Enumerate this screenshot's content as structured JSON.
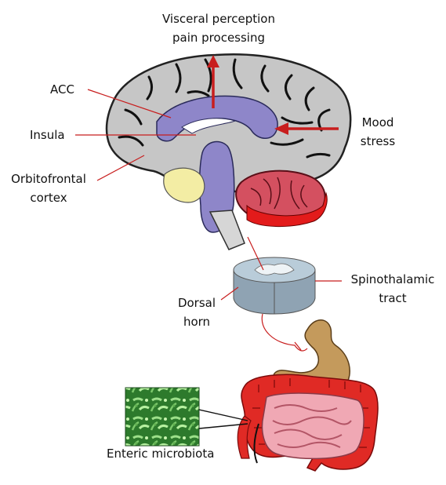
{
  "labels": {
    "visceral_line1": "Visceral perception",
    "visceral_line2": "pain processing",
    "acc": "ACC",
    "insula": "Insula",
    "orbitofrontal_line1": "Orbitofrontal",
    "orbitofrontal_line2": "cortex",
    "mood_line1": "Mood",
    "mood_line2": "stress",
    "dorsal_line1": "Dorsal",
    "dorsal_line2": "horn",
    "spinothalamic_line1": "Spinothalamic",
    "spinothalamic_line2": "tract",
    "microbiota": "Enteric microbiota"
  },
  "colors": {
    "arrow": "#c81e1e",
    "brain_gray": "#c6c6c6",
    "limbic_purple": "#8e86c9",
    "yellow": "#f3eda4",
    "cerebellum": "#d45060",
    "spinal_cord": "#a9bccb",
    "stomach": "#c49a5c",
    "large_intestine": "#e02a25",
    "small_intestine": "#f0a8b4",
    "microbe_green": "#3f9a3a"
  }
}
